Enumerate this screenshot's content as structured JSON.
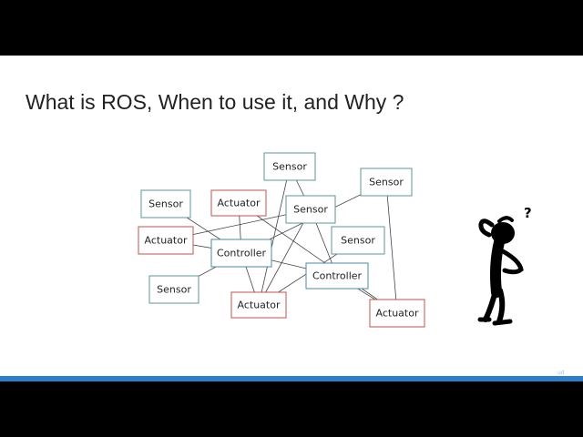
{
  "slide": {
    "title": "What is ROS, When to use it, and Why ?"
  },
  "colors": {
    "sensor": "#5e9596",
    "actuator": "#c0504d",
    "controller": "#4a89a8",
    "line": "#444444",
    "progress_bar": "#2a7fc8"
  },
  "nodes": [
    {
      "id": "s1",
      "type": "sensor",
      "label": "Sensor"
    },
    {
      "id": "s2",
      "type": "sensor",
      "label": "Sensor"
    },
    {
      "id": "s3",
      "type": "sensor",
      "label": "Sensor"
    },
    {
      "id": "s4",
      "type": "sensor",
      "label": "Sensor"
    },
    {
      "id": "s5",
      "type": "sensor",
      "label": "Sensor"
    },
    {
      "id": "s6",
      "type": "sensor",
      "label": "Sensor"
    },
    {
      "id": "a1",
      "type": "actuator",
      "label": "Actuator"
    },
    {
      "id": "a2",
      "type": "actuator",
      "label": "Actuator"
    },
    {
      "id": "a3",
      "type": "actuator",
      "label": "Actuator"
    },
    {
      "id": "a4",
      "type": "actuator",
      "label": "Actuator"
    },
    {
      "id": "c1",
      "type": "controller",
      "label": "Controller"
    },
    {
      "id": "c2",
      "type": "controller",
      "label": "Controller"
    }
  ],
  "figure": {
    "icon": "confused-stick-figure-icon",
    "mark": "?"
  }
}
